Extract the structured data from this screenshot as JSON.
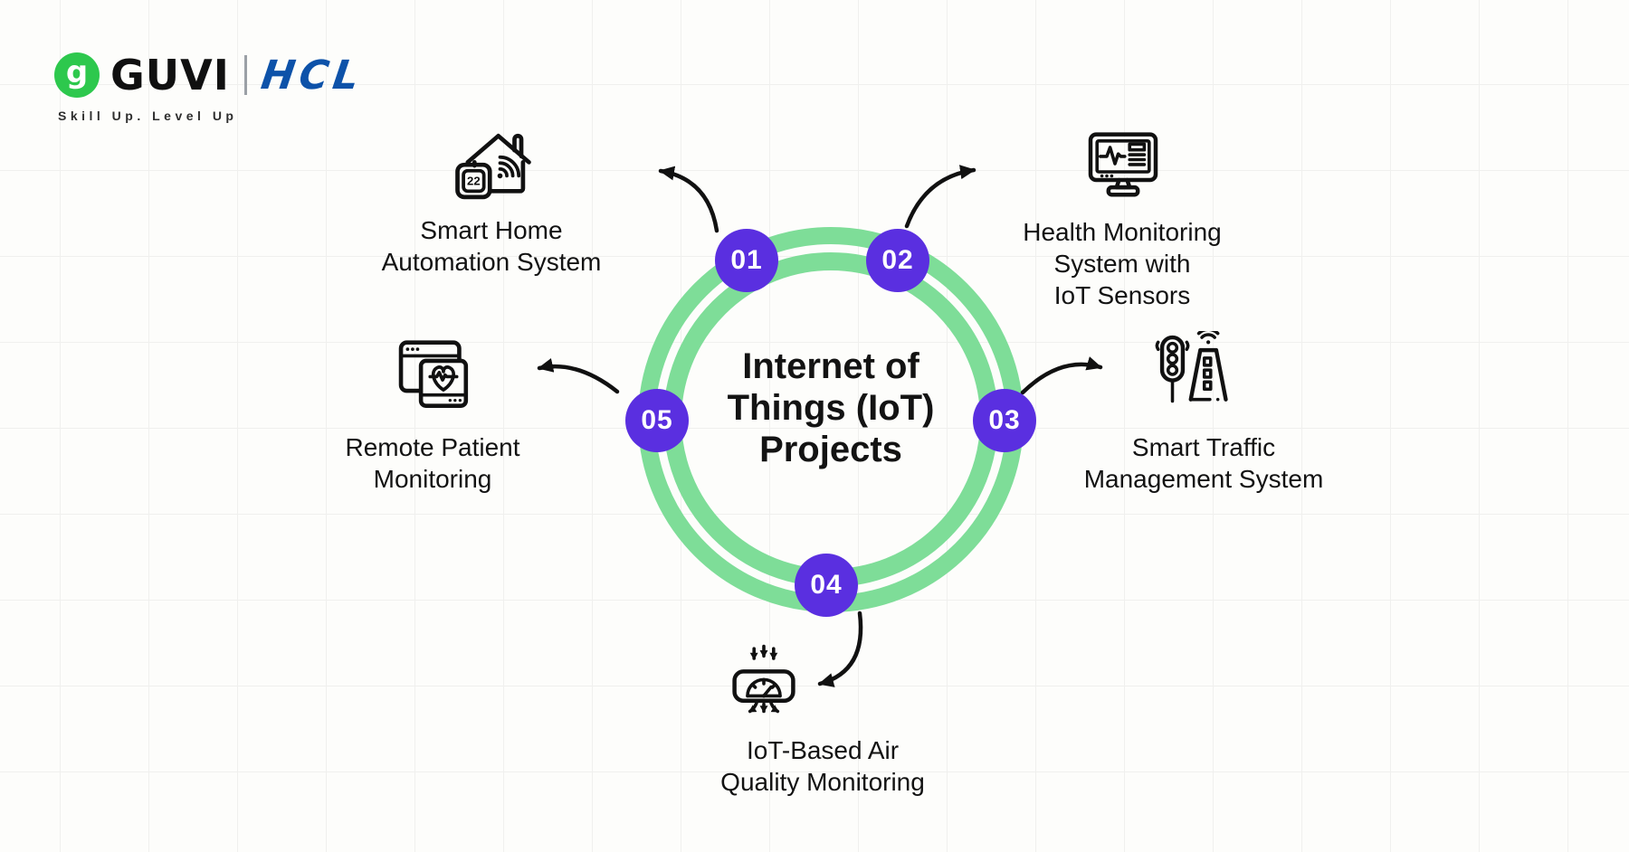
{
  "page": {
    "background": "#FDFDFB",
    "grid_color": "#F0F0EE"
  },
  "brand": {
    "mark_letter": "g",
    "mark_color": "#2DC84D",
    "guvi": "GUVI",
    "hcl": "HCL",
    "hcl_color": "#0D52A9",
    "tagline": "Skill Up. Level Up"
  },
  "center": {
    "title_lines": [
      "Internet of",
      "Things (IoT)",
      "Projects"
    ],
    "ring_color": "#7EDD98",
    "badge_color": "#5A2FE0",
    "arrow_color": "#111111"
  },
  "items": [
    {
      "number": "01",
      "icon": "smart-home-icon",
      "label_lines": [
        "Smart Home",
        "Automation System"
      ],
      "thermostat_value": "22"
    },
    {
      "number": "02",
      "icon": "health-monitor-icon",
      "label_lines": [
        "Health Monitoring",
        "System with",
        "IoT Sensors"
      ]
    },
    {
      "number": "03",
      "icon": "smart-traffic-icon",
      "label_lines": [
        "Smart Traffic",
        "Management System"
      ]
    },
    {
      "number": "04",
      "icon": "air-quality-icon",
      "label_lines": [
        "IoT-Based Air",
        "Quality Monitoring"
      ]
    },
    {
      "number": "05",
      "icon": "remote-patient-icon",
      "label_lines": [
        "Remote Patient",
        "Monitoring"
      ]
    }
  ]
}
